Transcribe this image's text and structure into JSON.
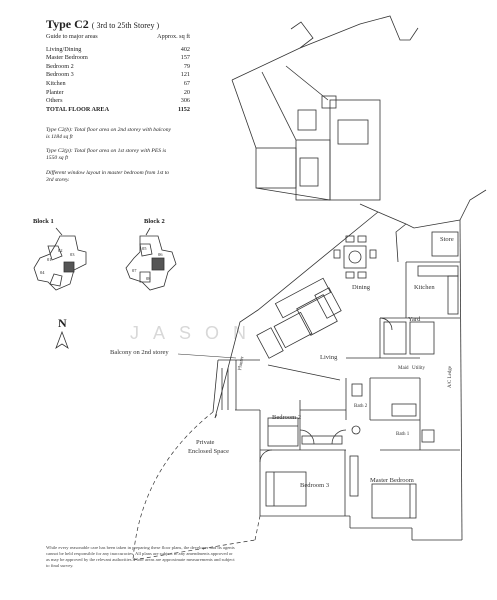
{
  "header": {
    "unit_type": "Type C2",
    "storey_range": "( 3rd to 25th Storey )"
  },
  "areas": {
    "guide_label": "Guide to major areas",
    "unit_label": "Approx. sq ft",
    "rows": [
      {
        "name": "Living/Dining",
        "value": "402"
      },
      {
        "name": "Master Bedroom",
        "value": "157"
      },
      {
        "name": "Bedroom 2",
        "value": "79"
      },
      {
        "name": "Bedroom 3",
        "value": "121"
      },
      {
        "name": "Kitchen",
        "value": "67"
      },
      {
        "name": "Planter",
        "value": "20"
      },
      {
        "name": "Others",
        "value": "306"
      }
    ],
    "total_label": "TOTAL FLOOR AREA",
    "total_value": "1152"
  },
  "notes": {
    "c2b": "Type C2(b): Total floor area on 2nd storey with balcony is 1184 sq ft",
    "c2p": "Type C2(p): Total floor area on 1st storey with PES is 1550 sq ft",
    "window": "Different window layout in master bedroom from 1st to 3rd storey."
  },
  "blocks": {
    "block1": "Block 1",
    "block2": "Block 2",
    "unit_numbers": [
      "01",
      "02",
      "03",
      "04",
      "05",
      "06",
      "07",
      "08"
    ]
  },
  "compass": "N",
  "watermark": "JASON",
  "rooms": {
    "store": "Store",
    "dining": "Dining",
    "kitchen": "Kitchen",
    "yard": "Yard",
    "living": "Living",
    "balcony": "Balcony on 2nd storey",
    "planter": "Planter",
    "maid": "Maid",
    "utility": "Utility",
    "ac_ledge": "A/C Ledge",
    "bath2": "Bath 2",
    "bath1": "Bath 1",
    "bedroom2": "Bedroom 2",
    "bedroom3": "Bedroom 3",
    "master": "Master Bedroom",
    "pes_line1": "Private",
    "pes_line2": "Enclosed Space"
  },
  "disclaimer": "While every reasonable care has been taken in preparing these floor plans, the developer and its agents cannot be held responsible for any inaccuracies. All plans are subject to any amendments approved or as may be approved by the relevant authorities. Floor areas are approximate measurements and subject to final survey."
}
